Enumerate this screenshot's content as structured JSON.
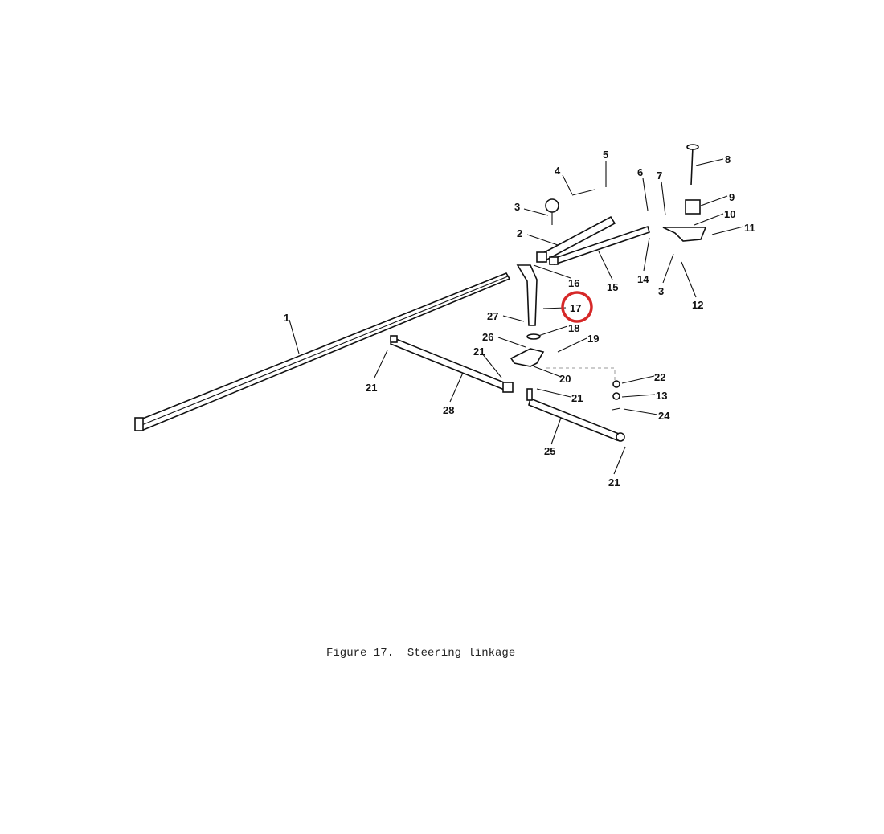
{
  "figure": {
    "caption": "Figure 17.  Steering linkage",
    "highlight_color": "#d62828",
    "highlighted_callout": "17",
    "callouts": {
      "c1": "1",
      "c2": "2",
      "c3a": "3",
      "c4": "4",
      "c5": "5",
      "c6": "6",
      "c7": "7",
      "c8": "8",
      "c9": "9",
      "c10": "10",
      "c11": "11",
      "c3b": "3",
      "c12": "12",
      "c14": "14",
      "c15": "15",
      "c16": "16",
      "c17": "17",
      "c27": "27",
      "c18": "18",
      "c26": "26",
      "c19": "19",
      "c20": "20",
      "c21a": "21",
      "c21b": "21",
      "c21c": "21",
      "c21d": "21",
      "c28": "28",
      "c22": "22",
      "c13": "13",
      "c24": "24",
      "c25": "25"
    }
  }
}
